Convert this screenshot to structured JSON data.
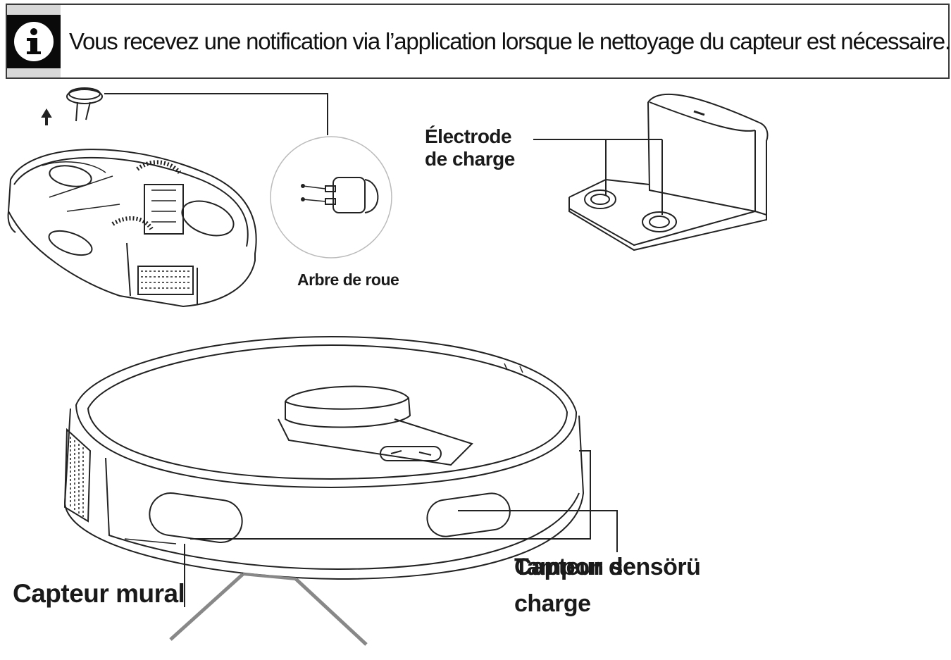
{
  "notice": {
    "icon": "info-icon",
    "text": "Vous recevez une notification via l’application lorsque le nettoyage du capteur est nécessaire."
  },
  "labels": {
    "wheel_shaft": "Arbre de roue",
    "electrode_line1": "Électrode",
    "electrode_line2": "de charge",
    "wall_sensor": "Capteur mural",
    "charge_sensor_line1": "Capteur de",
    "charge_sensor_line2": "charge",
    "overlay_text": "Tampon sensörü"
  }
}
